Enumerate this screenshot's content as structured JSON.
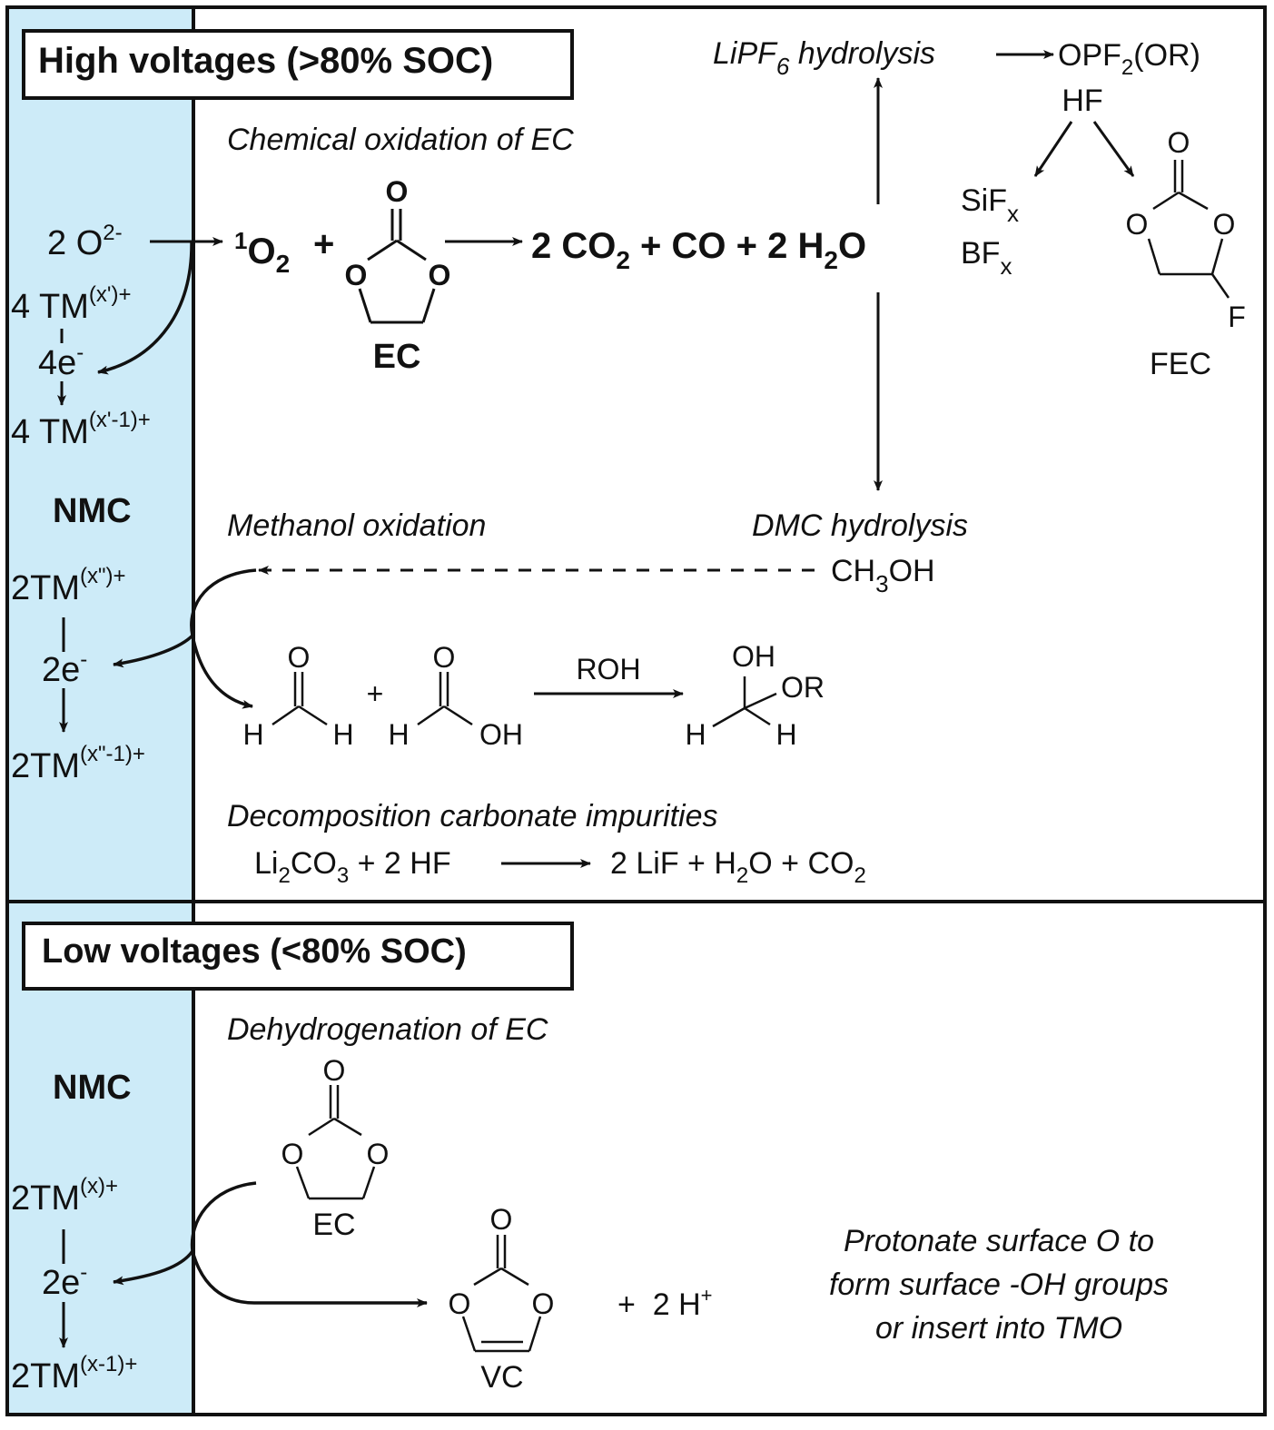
{
  "colors": {
    "electrode_fill": "#cdebf8",
    "line": "#111111",
    "background": "#ffffff"
  },
  "high": {
    "title": "High voltages (>80% SOC)",
    "electrode": {
      "o2": "2 O",
      "o2_sup": "2-",
      "tm1": "4 TM",
      "tm1_sup": "(x')+",
      "e1": "4e",
      "e1_sup": "-",
      "tm1r": "4 TM",
      "tm1r_sup": "(x'-1)+",
      "nmc": "NMC",
      "tm2": "2TM",
      "tm2_sup": "(x\")+",
      "e2": "2e",
      "e2_sup": "-",
      "tm2r": "2TM",
      "tm2r_sup": "(x\"-1)+"
    },
    "chem_ox": {
      "label": "Chemical oxidation of EC",
      "singlet_sup": "1",
      "o": "O",
      "o_sub": "2",
      "plus": "+",
      "ec_name": "EC",
      "atom_o": "O",
      "products": [
        {
          "t": "2 CO",
          "sub": "2"
        },
        {
          "t": " + CO + 2 H",
          "sub": "2"
        },
        {
          "t": "O",
          "sub": ""
        }
      ]
    },
    "lipf6": {
      "label_a": "LiPF",
      "label_sub": "6",
      "label_b": " hydrolysis",
      "opf": "OPF",
      "opf_sub": "2",
      "opf_b": "(OR)",
      "hf": "HF",
      "sif": "SiF",
      "bf": "BF",
      "x": "x",
      "fec_name": "FEC",
      "f": "F"
    },
    "methanol": {
      "label": "Methanol oxidation",
      "dmc_label": "DMC hydrolysis",
      "ch3oh_a": "CH",
      "ch3oh_sub": "3",
      "ch3oh_b": "OH",
      "h": "H",
      "oh": "OH",
      "or": "OR",
      "plus": "+",
      "reagent": "ROH"
    },
    "carbonate": {
      "label": "Decomposition carbonate impurities",
      "lhs": [
        {
          "t": "Li",
          "sub": "2"
        },
        {
          "t": "CO",
          "sub": "3"
        },
        {
          "t": " + 2 HF",
          "sub": ""
        }
      ],
      "rhs": [
        {
          "t": "2 LiF + H",
          "sub": "2"
        },
        {
          "t": "O + CO",
          "sub": "2"
        }
      ]
    }
  },
  "low": {
    "title": "Low voltages (<80% SOC)",
    "electrode": {
      "nmc": "NMC",
      "tm": "2TM",
      "tm_sup": "(x)+",
      "e": "2e",
      "e_sup": "-",
      "tmr": "2TM",
      "tmr_sup": "(x-1)+"
    },
    "dehydro": {
      "label": "Dehydrogenation of EC",
      "ec_name": "EC",
      "vc_name": "VC",
      "plus_h": "+  2 H",
      "h_sup": "+",
      "note": [
        "Protonate surface O to",
        "form surface -OH groups",
        "or insert into TMO"
      ]
    }
  }
}
